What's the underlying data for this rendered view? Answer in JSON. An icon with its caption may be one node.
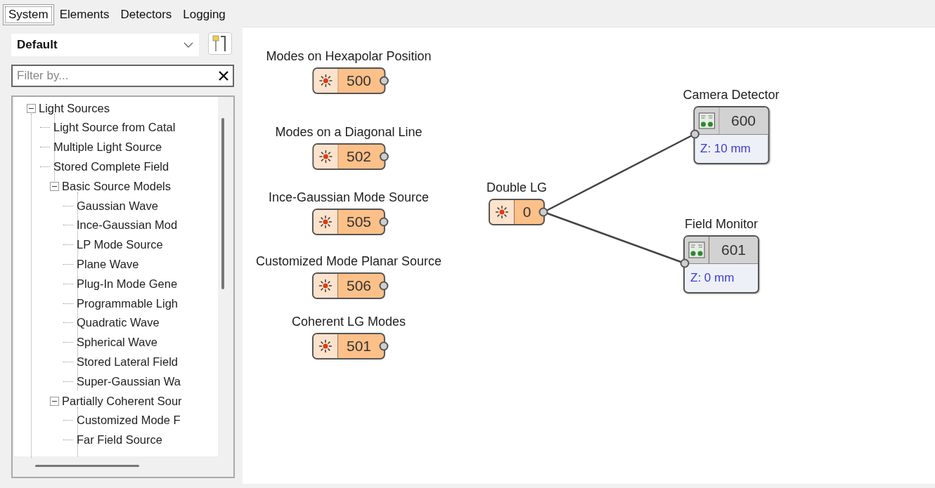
{
  "diagram": {
    "nodes": [
      {
        "text": [
          "Modes on Hexapolar Position",
          "500"
        ]
      },
      {
        "text": [
          "Modes on a Diagonal Line",
          "502"
        ]
      },
      {
        "text": [
          "Ince-Gaussian Mode Source",
          "505"
        ]
      },
      {
        "text": [
          "Customized Mode Planar Source",
          "506"
        ]
      },
      {
        "text": [
          "Coherent LG Modes",
          "501"
        ]
      },
      {
        "text": [
          "Double LG",
          "0"
        ]
      },
      {
        "text": [
          "Camera Detector",
          "600",
          "Z: 10 mm"
        ]
      },
      {
        "text": [
          "Field Monitor",
          "601",
          "Z: 0 mm"
        ]
      }
    ],
    "edges": [
      {
        "from": 5,
        "to": 6,
        "arrow": "none"
      },
      {
        "from": 5,
        "to": 7,
        "arrow": "none"
      }
    ],
    "labels": [
      "System",
      "Elements",
      "Detectors",
      "Logging",
      "Default",
      "Filter by...",
      "Light Sources",
      "Light Source from Catal",
      "Multiple Light Source",
      "Stored Complete Field",
      "Basic Source Models",
      "Gaussian Wave",
      "Ince-Gaussian Mod",
      "LP Mode Source",
      "Plane Wave",
      "Plug-In Mode Gene",
      "Programmable Ligh",
      "Quadratic Wave",
      "Spherical Wave",
      "Stored Lateral Field",
      "Super-Gaussian Wa",
      "Partially Coherent Sour",
      "Customized Mode F",
      "Far Field Source"
    ]
  }
}
